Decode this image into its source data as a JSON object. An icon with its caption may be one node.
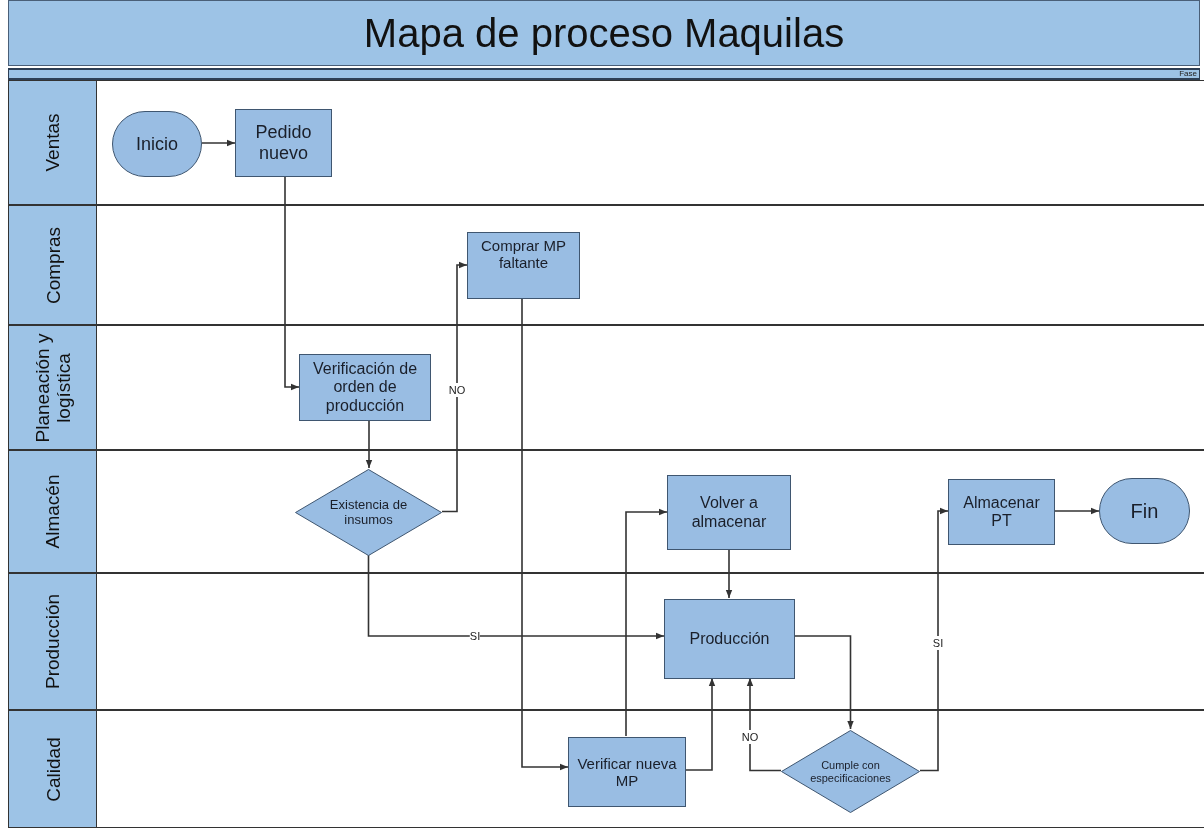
{
  "diagram": {
    "title": "Mapa de proceso Maquilas",
    "nodes": [
      {
        "text": [
          "Ventas"
        ]
      },
      {
        "text": [
          "Inicio"
        ],
        "in": 0
      },
      {
        "text": [
          "Pedido nuevo"
        ],
        "in": 0
      },
      {
        "text": [
          "Compras"
        ]
      },
      {
        "text": [
          "Comprar MP faltante"
        ],
        "in": 3
      },
      {
        "text": [
          "Planeación y logística"
        ]
      },
      {
        "text": [
          "Verificación de orden de producción"
        ],
        "in": 5
      },
      {
        "text": [
          "Almacén"
        ]
      },
      {
        "text": [
          "Existencia de insumos"
        ],
        "in": 7
      },
      {
        "text": [
          "Volver a almacenar"
        ],
        "in": 7
      },
      {
        "text": [
          "Almacenar PT"
        ],
        "in": 7
      },
      {
        "text": [
          "Fin"
        ],
        "in": 7
      },
      {
        "text": [
          "Producción"
        ]
      },
      {
        "text": [
          "Producción"
        ],
        "in": 12
      },
      {
        "text": [
          "Calidad"
        ]
      },
      {
        "text": [
          "Verificar nueva MP"
        ],
        "in": 14
      },
      {
        "text": [
          "Cumple con especificaciones"
        ],
        "in": 14
      }
    ],
    "edges": [
      {
        "from": 1,
        "to": 2,
        "arrow": "to"
      },
      {
        "from": 2,
        "to": 6,
        "arrow": "to"
      },
      {
        "from": 6,
        "to": 8,
        "arrow": "to"
      },
      {
        "from": 8,
        "to": 4,
        "arrow": "to",
        "label": "NO"
      },
      {
        "from": 8,
        "to": 13,
        "arrow": "to",
        "label": "SI"
      },
      {
        "from": 4,
        "to": 15,
        "arrow": "to"
      },
      {
        "from": 15,
        "to": 9,
        "arrow": "to"
      },
      {
        "from": 15,
        "to": 13,
        "arrow": "to"
      },
      {
        "from": 9,
        "to": 13,
        "arrow": "to"
      },
      {
        "from": 13,
        "to": 16,
        "arrow": "to"
      },
      {
        "from": 16,
        "to": 13,
        "arrow": "to",
        "label": "NO"
      },
      {
        "from": 16,
        "to": 10,
        "arrow": "to",
        "label": "SI"
      },
      {
        "from": 10,
        "to": 11,
        "arrow": "to"
      }
    ],
    "labels": [
      "Fase"
    ]
  }
}
